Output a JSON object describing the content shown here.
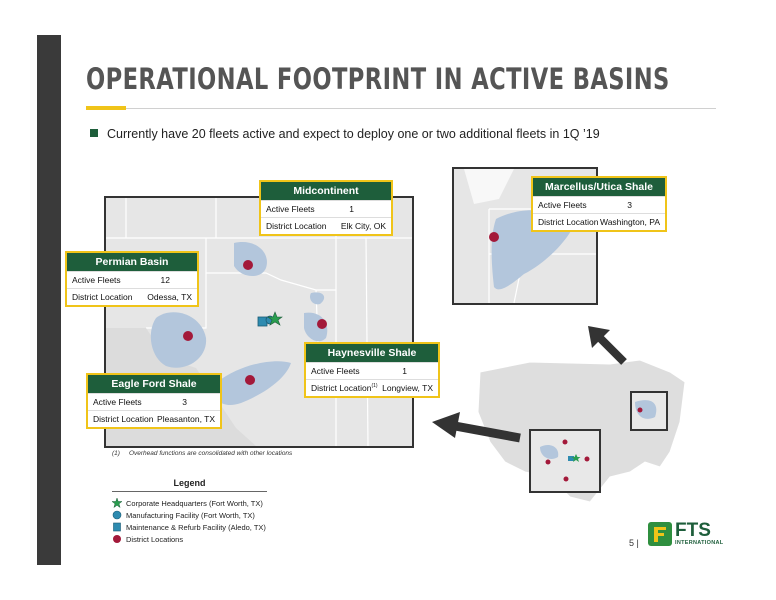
{
  "title": "OPERATIONAL FOOTPRINT IN ACTIVE BASINS",
  "bullet": "Currently have 20 fleets active and expect to deploy one or two additional fleets in 1Q ’19",
  "callouts": {
    "midcontinent": {
      "name": "Midcontinent",
      "fleets_label": "Active Fleets",
      "fleets": "1",
      "district_label": "District Location",
      "district": "Elk City, OK"
    },
    "permian": {
      "name": "Permian Basin",
      "fleets_label": "Active Fleets",
      "fleets": "12",
      "district_label": "District Location",
      "district": "Odessa, TX"
    },
    "haynesville": {
      "name": "Haynesville Shale",
      "fleets_label": "Active Fleets",
      "fleets": "1",
      "district_label": "District Location",
      "footnote_mark": "(1)",
      "district": "Longview, TX"
    },
    "eagleford": {
      "name": "Eagle Ford Shale",
      "fleets_label": "Active Fleets",
      "fleets": "3",
      "district_label": "District Location",
      "district": "Pleasanton, TX"
    },
    "marcellus": {
      "name": "Marcellus/Utica Shale",
      "fleets_label": "Active Fleets",
      "fleets": "3",
      "district_label": "District Location",
      "district": "Washington, PA"
    }
  },
  "footnote": "(1)     Overhead functions are consolidated with other locations",
  "legend": {
    "title": "Legend",
    "items": [
      {
        "label": "Corporate Headquarters (Fort Worth, TX)",
        "icon": "star-icon"
      },
      {
        "label": "Manufacturing Facility (Fort Worth, TX)",
        "icon": "circle-icon"
      },
      {
        "label": "Maintenance & Refurb Facility (Aledo, TX)",
        "icon": "square-icon"
      },
      {
        "label": "District Locations",
        "icon": "dot-icon"
      }
    ]
  },
  "page_number": "5 |",
  "logo": {
    "name": "FTS",
    "sub": "INTERNATIONAL"
  },
  "colors": {
    "green": "#1e5e3b",
    "yellow": "#f0c419",
    "district_red": "#a3193a",
    "basin_blue": "#b3c6dc"
  }
}
